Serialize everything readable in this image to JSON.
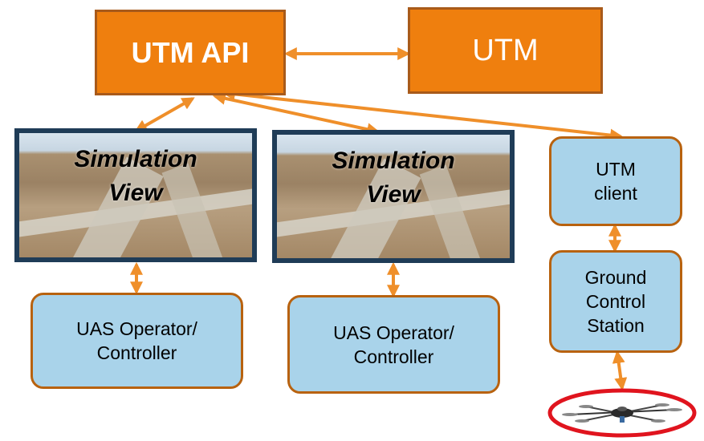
{
  "utm_api": {
    "label": "UTM API"
  },
  "utm": {
    "label": "UTM"
  },
  "simulation_views": [
    {
      "line1": "Simulation",
      "line2": "View"
    },
    {
      "line1": "Simulation",
      "line2": "View"
    }
  ],
  "operators": [
    {
      "line1": "UAS Operator/",
      "line2": "Controller"
    },
    {
      "line1": "UAS Operator/",
      "line2": "Controller"
    }
  ],
  "utm_client": {
    "line1": "UTM",
    "line2": "client"
  },
  "ground_control": {
    "line1": "Ground",
    "line2": "Control",
    "line3": "Station"
  },
  "drone": {
    "icon": "drone-icon",
    "highlight_color": "#e0141e"
  },
  "colors": {
    "orange": "#ef7f0e",
    "blue": "#a9d3ea",
    "arrow": "#ef8f2a",
    "sim_border": "#1f3c57"
  }
}
